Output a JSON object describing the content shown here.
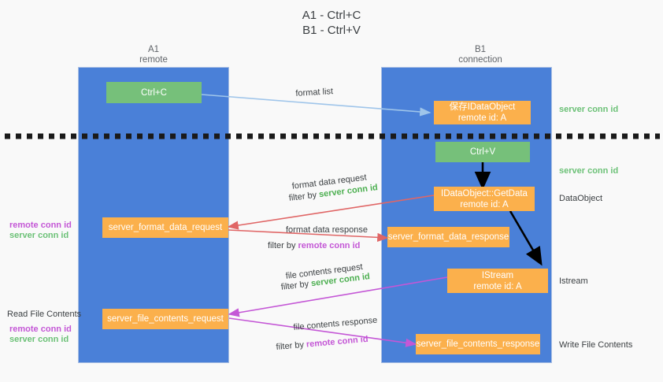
{
  "title": {
    "line1": "A1 - Ctrl+C",
    "line2": "B1 - Ctrl+V"
  },
  "columns": {
    "left": {
      "name": "A1",
      "sub": "remote"
    },
    "right": {
      "name": "B1",
      "sub": "connection"
    }
  },
  "boxes": {
    "ctrl_c": "Ctrl+C",
    "ctrl_v": "Ctrl+V",
    "data_object_store": {
      "line1": "保存IDataObject",
      "line2": "remote id: A"
    },
    "get_data": {
      "line1": "IDataObject::GetData",
      "line2": "remote id: A"
    },
    "istream": {
      "line1": "IStream",
      "line2": "remote id: A"
    },
    "format_data_request": "server_format_data_request",
    "format_data_response": "server_format_data_response",
    "file_contents_request": "server_file_contents_request",
    "file_contents_response": "server_file_contents_response"
  },
  "arrow_labels": {
    "format_list": "format list",
    "format_data_request": "format data request",
    "format_data_request_filter_prefix": "filter by ",
    "format_data_request_filter_value": "server conn id",
    "format_data_response": "format data response",
    "format_data_response_filter_prefix": "filter by ",
    "format_data_response_filter_value": "remote conn id",
    "file_contents_request": "file contents request",
    "file_contents_request_filter_prefix": "filter by ",
    "file_contents_request_filter_value": "server conn id",
    "file_contents_response": "file contents response",
    "file_contents_response_filter_prefix": "filter by ",
    "file_contents_response_filter_value": "remote conn id"
  },
  "side_labels": {
    "right_server_conn_id_1": "server conn id",
    "right_server_conn_id_2": "server conn id",
    "right_dataobject": "DataObject",
    "right_istream": "Istream",
    "right_write_file_contents": "Write File Contents",
    "left_remote_conn_id_1": "remote conn id",
    "left_server_conn_id_1": "server conn id",
    "left_read_file_contents": "Read File Contents",
    "left_remote_conn_id_2": "remote conn id",
    "left_server_conn_id_2": "server conn id"
  },
  "colors": {
    "lane": "#4a80d8",
    "green_box": "#76c07a",
    "orange_box": "#fbb04c",
    "server_conn_id": "#6cc177",
    "remote_conn_id": "#c457d6",
    "arrow_blue": "#9fc5ea",
    "arrow_red": "#e06666",
    "arrow_magenta": "#c457d6",
    "arrow_black": "#000000",
    "background": "#f9f9f9"
  }
}
